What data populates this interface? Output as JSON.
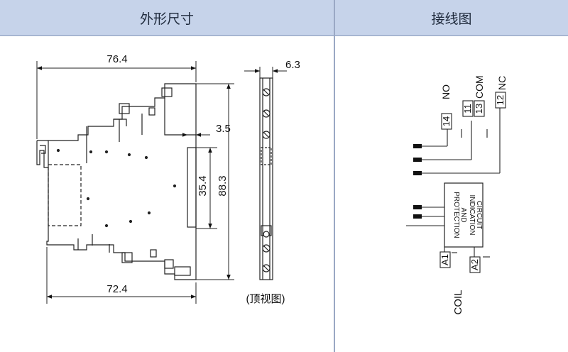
{
  "headers": {
    "dimensions": "外形尺寸",
    "wiring": "接线图"
  },
  "dimensions": {
    "width_top": "76.4",
    "width_bottom": "72.4",
    "offset_small": "3.5",
    "inner_height": "35.4",
    "total_height": "88.3",
    "thickness": "6.3",
    "top_view_label": "(顶视图)"
  },
  "wiring": {
    "terminals": {
      "no_num": "14",
      "no_label": "NO",
      "com_num_a": "11",
      "com_num_b": "13",
      "com_label": "COM",
      "nc_num": "12",
      "nc_label": "NC",
      "a1": "A1",
      "a2": "A2"
    },
    "box_lines": [
      "PROTECTION",
      "AND",
      "INDICATION",
      "CIRCUIT"
    ],
    "coil_label": "COIL"
  }
}
